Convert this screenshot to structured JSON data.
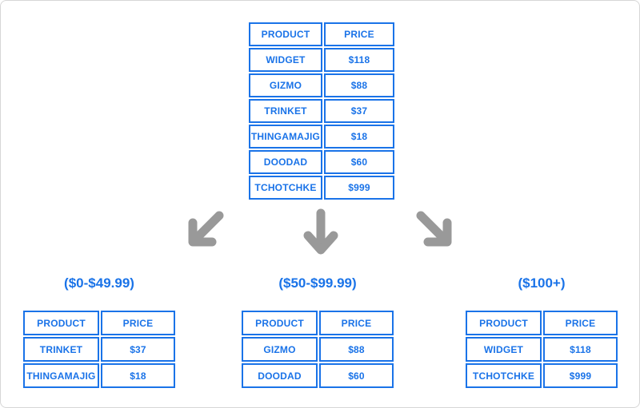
{
  "diagram": {
    "source_table": {
      "headers": [
        "PRODUCT",
        "PRICE"
      ],
      "rows": [
        [
          "WIDGET",
          "$118"
        ],
        [
          "GIZMO",
          "$88"
        ],
        [
          "TRINKET",
          "$37"
        ],
        [
          "THINGAMAJIG",
          "$18"
        ],
        [
          "DOODAD",
          "$60"
        ],
        [
          "TCHOTCHKE",
          "$999"
        ]
      ]
    },
    "branches": [
      {
        "label": "($0-$49.99)",
        "table": {
          "headers": [
            "PRODUCT",
            "PRICE"
          ],
          "rows": [
            [
              "TRINKET",
              "$37"
            ],
            [
              "THINGAMAJIG",
              "$18"
            ]
          ]
        }
      },
      {
        "label": "($50-$99.99)",
        "table": {
          "headers": [
            "PRODUCT",
            "PRICE"
          ],
          "rows": [
            [
              "GIZMO",
              "$88"
            ],
            [
              "DOODAD",
              "$60"
            ]
          ]
        }
      },
      {
        "label": "($100+)",
        "table": {
          "headers": [
            "PRODUCT",
            "PRICE"
          ],
          "rows": [
            [
              "WIDGET",
              "$118"
            ],
            [
              "TCHOTCHKE",
              "$999"
            ]
          ]
        }
      }
    ],
    "arrows": [
      "arrow-down-left",
      "arrow-down",
      "arrow-down-right"
    ],
    "colors": {
      "table_blue": "#1a73e8",
      "arrow_gray": "#999999",
      "card_border": "#d6d6d6",
      "background": "#ffffff"
    }
  }
}
